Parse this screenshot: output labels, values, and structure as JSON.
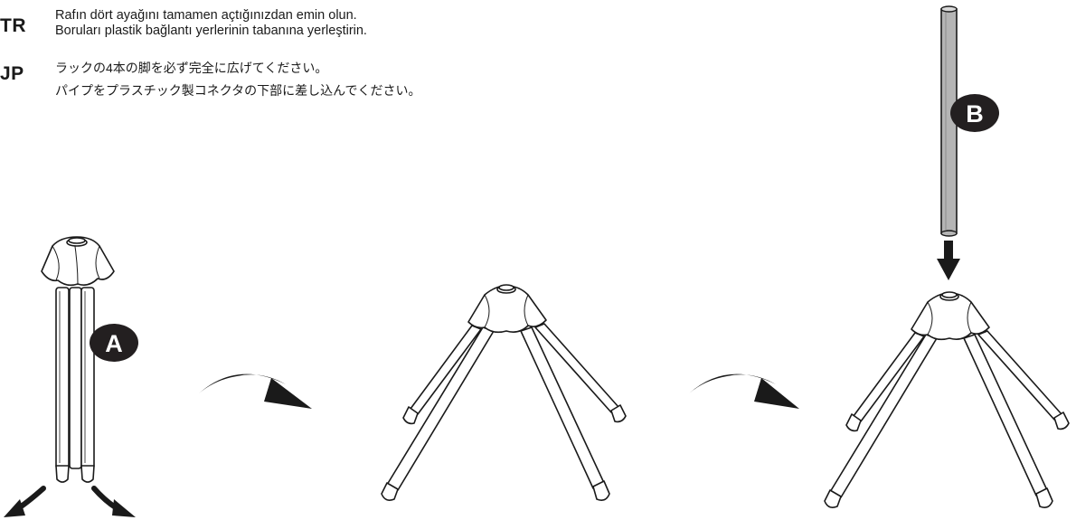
{
  "instructions": {
    "tr": {
      "code": "TR",
      "line1": "Rafın dört ayağını tamamen açtığınızdan emin olun.",
      "line2": "Boruları plastik bağlantı yerlerinin tabanına yerleştirin."
    },
    "jp": {
      "code": "JP",
      "line1": "ラックの4本の脚を必ず完全に広げてください。",
      "line2": "パイプをプラスチック製コネクタの下部に差し込んでください。"
    }
  },
  "labels": {
    "part_a": "A",
    "part_b": "B"
  },
  "colors": {
    "ink": "#1a1a1a",
    "pipe": "#b5b5b5",
    "badge": "#231f20"
  }
}
